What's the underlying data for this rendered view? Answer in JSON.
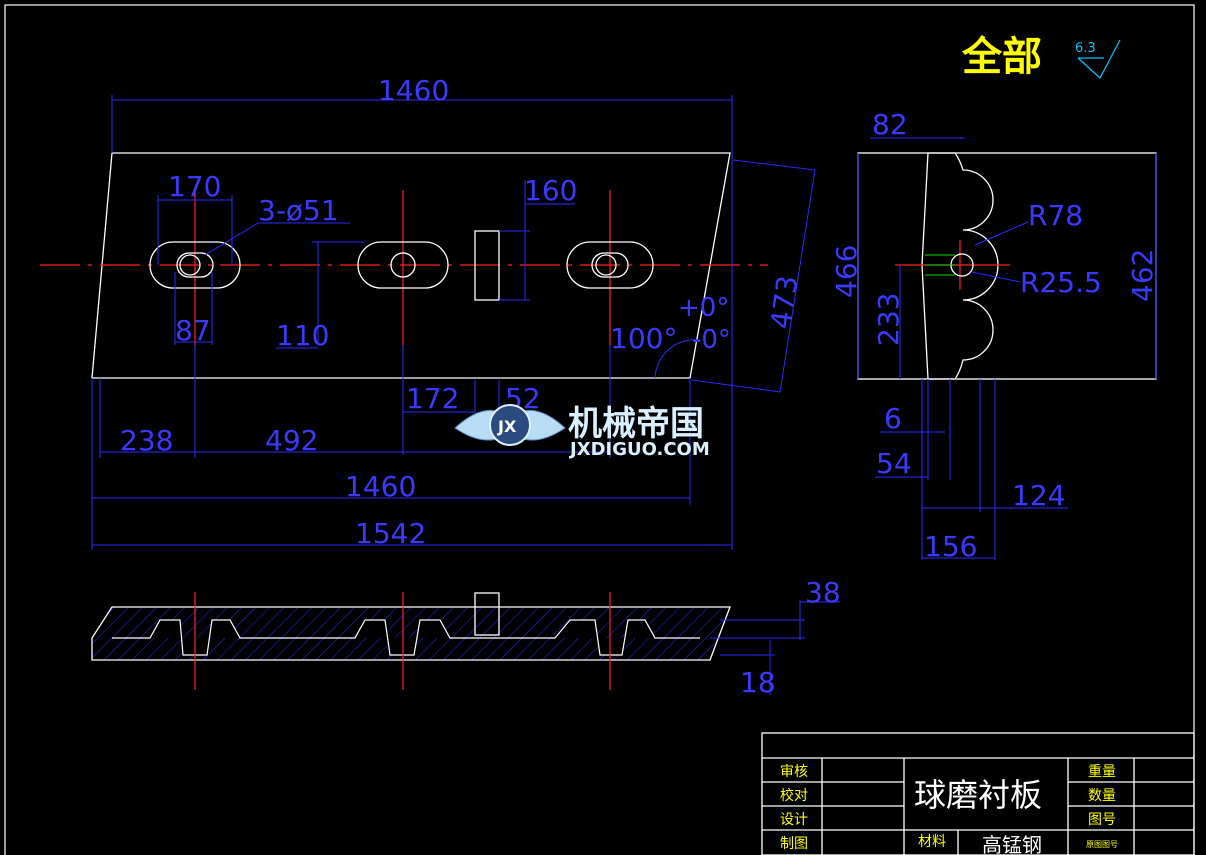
{
  "finish": {
    "label": "全部",
    "roughness": "6.3"
  },
  "front_view": {
    "dim_top": "1460",
    "dim_slot_len": "170",
    "dim_holes": "3-ø51",
    "dim_stop": "160",
    "dim_slot_w": "87",
    "dim_center_h": "110",
    "dim_angle_a": "+0°",
    "dim_angle_b": "100°",
    "dim_angle_c": "-0°",
    "dim_side": "473",
    "dim_172": "172",
    "dim_52": "52",
    "dim_238": "238",
    "dim_492": "492",
    "dim_bottom_1460": "1460",
    "dim_1542": "1542"
  },
  "side_view": {
    "dim_82": "82",
    "dim_466": "466",
    "dim_r78": "R78",
    "dim_r25": "R25.5",
    "dim_233": "233",
    "dim_462": "462",
    "dim_6": "6",
    "dim_54": "54",
    "dim_124": "124",
    "dim_156": "156"
  },
  "section_view": {
    "dim_38": "38",
    "dim_18": "18"
  },
  "watermark": {
    "cn": "机械帝国",
    "en": "JXDIGUO.COM",
    "emblem": "JX"
  },
  "title_block": {
    "review": "审核",
    "check": "校对",
    "design": "设计",
    "draw": "制图",
    "part_name": "球磨衬板",
    "weight": "重量",
    "quantity": "数量",
    "drawing_no": "图号",
    "material_label": "材料",
    "material": "高锰钢",
    "orig_drawing_no": "原图图号"
  }
}
